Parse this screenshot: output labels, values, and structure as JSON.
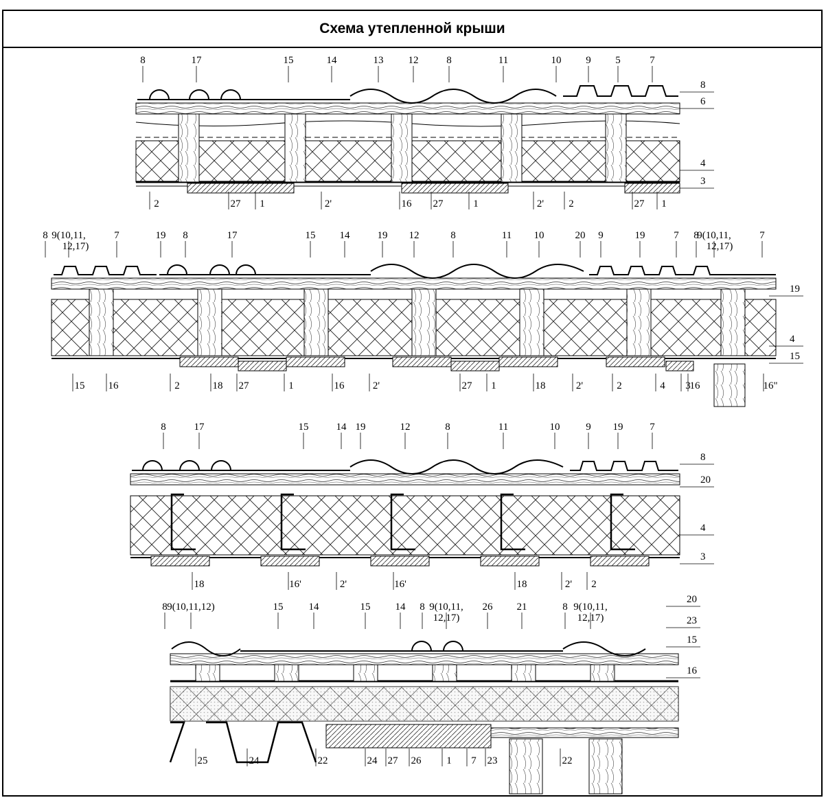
{
  "title": "Схема утепленной крыши",
  "panels": [
    {
      "id": "panel-1",
      "top_labels": [
        "8",
        "17",
        "15",
        "14",
        "13",
        "12",
        "8",
        "11",
        "10",
        "9",
        "5",
        "7"
      ],
      "right_labels": [
        "8",
        "6",
        "4",
        "3"
      ],
      "bottom_labels": [
        "2",
        "27",
        "1",
        "2'",
        "16",
        "27",
        "1",
        "2'",
        "2",
        "27",
        "1"
      ]
    },
    {
      "id": "panel-2",
      "top_labels": [
        "8",
        "9(10,11,",
        "12,17)",
        "7",
        "19",
        "8",
        "17",
        "15",
        "14",
        "19",
        "12",
        "8",
        "11",
        "10",
        "20",
        "9",
        "19",
        "7",
        "8",
        "9(10,11,",
        "12,17)",
        "7"
      ],
      "right_labels": [
        "19",
        "4",
        "15"
      ],
      "bottom_labels": [
        "15",
        "16",
        "2",
        "18",
        "27",
        "1",
        "16",
        "2'",
        "27",
        "1",
        "18",
        "2'",
        "2",
        "4",
        "3",
        "16",
        "16\""
      ]
    },
    {
      "id": "panel-3",
      "top_labels": [
        "8",
        "17",
        "15",
        "14",
        "19",
        "12",
        "8",
        "11",
        "10",
        "9",
        "19",
        "7"
      ],
      "right_labels": [
        "8",
        "20",
        "4",
        "3"
      ],
      "bottom_labels": [
        "18",
        "16'",
        "2'",
        "16'",
        "18",
        "2'",
        "2"
      ]
    },
    {
      "id": "panel-4",
      "top_labels": [
        "8",
        "9(10,11,12)",
        "15",
        "14",
        "15",
        "14",
        "8",
        "9(10,11,",
        "12,17)",
        "26",
        "21",
        "8",
        "9(10,11,",
        "12,17)"
      ],
      "right_labels": [
        "20",
        "23",
        "15",
        "16"
      ],
      "bottom_labels": [
        "25",
        "24",
        "22",
        "24",
        "27",
        "26",
        "1",
        "7",
        "23",
        "22"
      ]
    }
  ]
}
